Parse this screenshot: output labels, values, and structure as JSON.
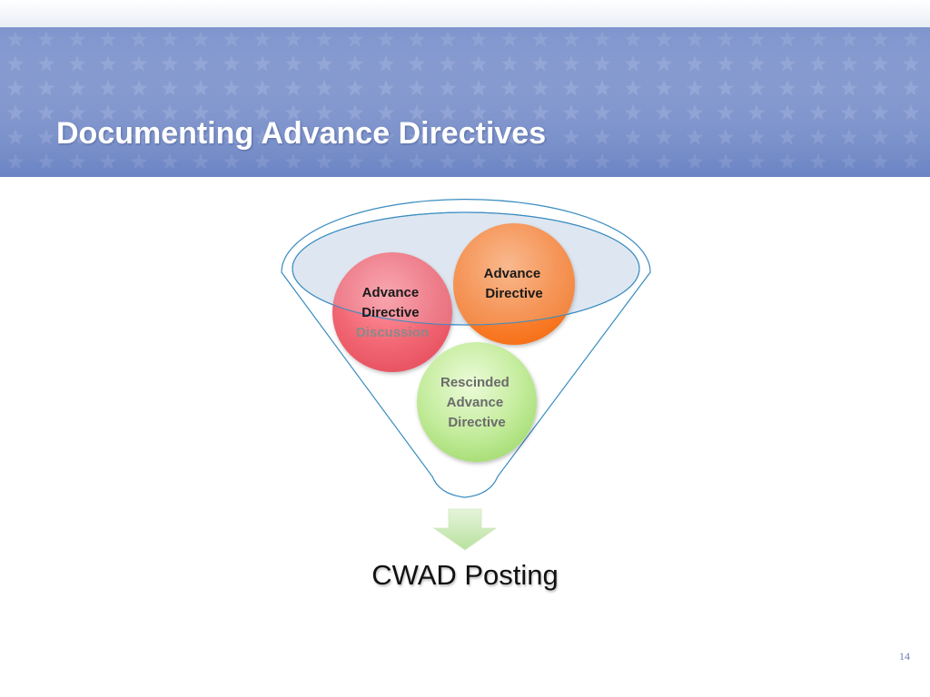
{
  "slide": {
    "title": "Documenting Advance Directives",
    "page_number": "14"
  },
  "diagram": {
    "type": "funnel",
    "inputs": [
      {
        "label_lines": [
          "Advance",
          "Directive"
        ],
        "color": "#f9782c"
      },
      {
        "label_lines": [
          "Advance",
          "Directive",
          "Discussion"
        ],
        "color": "#ef5f6d"
      },
      {
        "label_lines": [
          "Rescinded",
          "Advance",
          "Directive"
        ],
        "color": "#a8e07e"
      }
    ],
    "arrow_color": "#c4e6b0",
    "output_label": "CWAD Posting"
  },
  "colors": {
    "banner": "#7188c7",
    "funnel_outline": "#3a8cc0",
    "funnel_rim_fill": "#dce6f1"
  }
}
